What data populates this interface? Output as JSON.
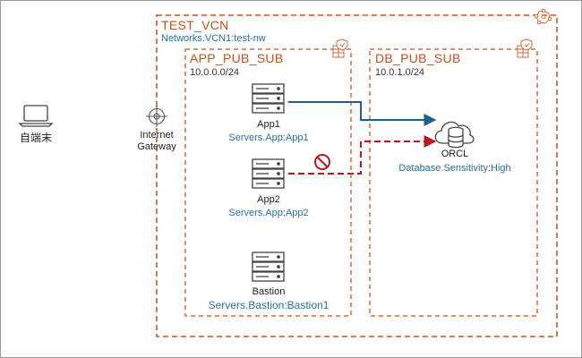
{
  "client": {
    "label": "自端末",
    "icon": "laptop-icon"
  },
  "gateway": {
    "line1": "Internet",
    "line2": "Gateway",
    "icon": "internet-gateway-icon"
  },
  "vcn": {
    "title": "TEST_VCN",
    "tag": "Networks.VCN1:test-nw",
    "icon": "vcn-icon"
  },
  "app_subnet": {
    "title": "APP_PUB_SUB",
    "cidr": "10.0.0.0/24",
    "icon": "security-list-icon"
  },
  "db_subnet": {
    "title": "DB_PUB_SUB",
    "cidr": "10.0.1.0/24",
    "icon": "security-list-icon"
  },
  "nodes": {
    "app1": {
      "name": "App1",
      "tag": "Servers.App:App1",
      "icon": "server-icon"
    },
    "app2": {
      "name": "App2",
      "tag": "Servers.App:App2",
      "icon": "server-icon"
    },
    "bastion": {
      "name": "Bastion",
      "tag": "Servers.Bastion:Bastion1",
      "icon": "server-icon"
    },
    "orcl": {
      "name": "ORCL",
      "tag": "Database.Sensitivity:High",
      "icon": "database-cloud-icon"
    }
  },
  "connections": [
    {
      "from": "App1",
      "to": "ORCL",
      "status": "allowed",
      "color": "#1f5f8b"
    },
    {
      "from": "App2",
      "to": "ORCL",
      "status": "denied",
      "color": "#c0161b"
    }
  ],
  "colors": {
    "boundary": "#d9693a",
    "text_orange": "#c4501f",
    "tag_blue": "#2a6ea6",
    "icon": "#555555"
  }
}
